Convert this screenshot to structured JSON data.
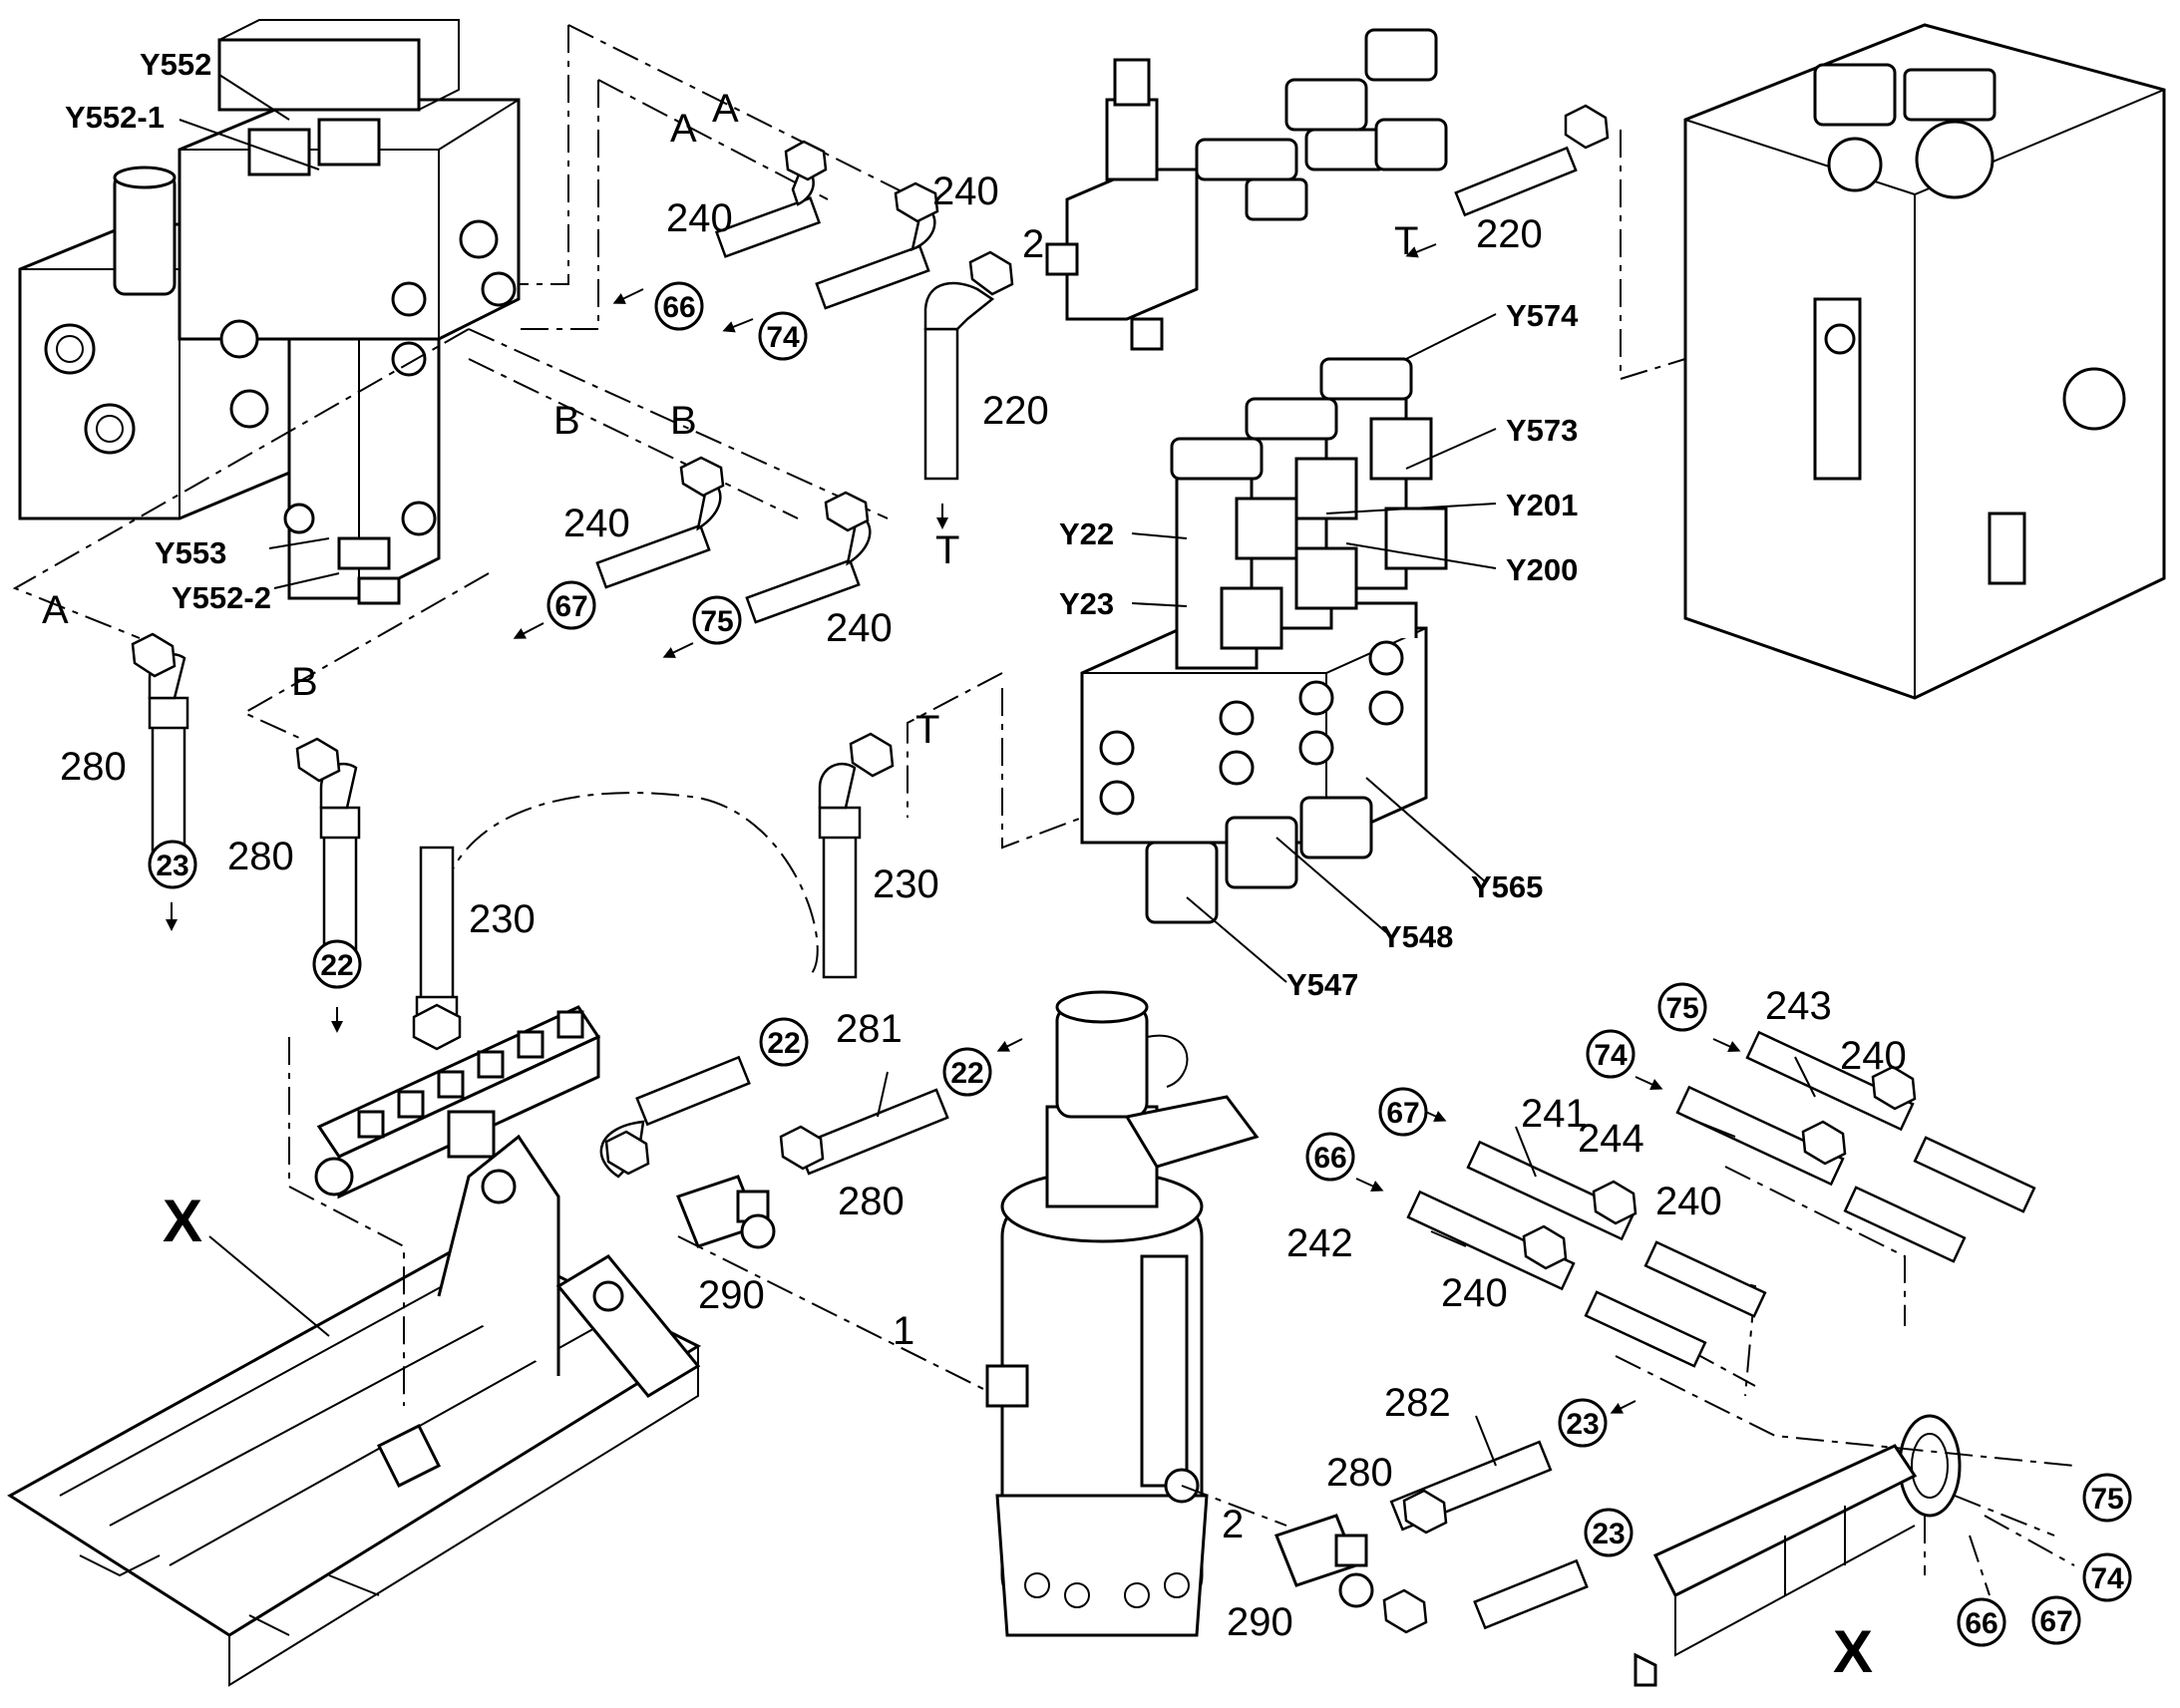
{
  "parts": {
    "p240": "240",
    "p220": "220",
    "p280": "280",
    "p230": "230",
    "p281": "281",
    "p282": "282",
    "p290": "290",
    "p241": "241",
    "p242": "242",
    "p243": "243",
    "p244": "244"
  },
  "ports": {
    "A": "A",
    "B": "B",
    "T": "T",
    "n1": "1",
    "n2": "2"
  },
  "callouts": {
    "c66": "66",
    "c74": "74",
    "c67": "67",
    "c75": "75",
    "c23": "23",
    "c22": "22"
  },
  "valves": {
    "Y552": "Y552",
    "Y552_1": "Y552-1",
    "Y553": "Y553",
    "Y552_2": "Y552-2",
    "Y574": "Y574",
    "Y573": "Y573",
    "Y201": "Y201",
    "Y200": "Y200",
    "Y22": "Y22",
    "Y23": "Y23",
    "Y565": "Y565",
    "Y548": "Y548",
    "Y547": "Y547"
  },
  "views": {
    "X": "X"
  }
}
